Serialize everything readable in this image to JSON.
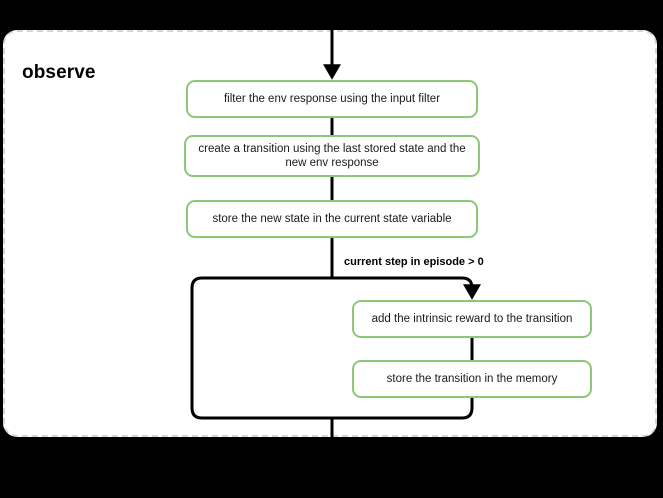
{
  "diagram": {
    "type": "flowchart",
    "group": {
      "title": "observe",
      "border_style": "dashed",
      "border_color": "#d6d6d6",
      "background": "#ffffff"
    },
    "canvas_background": "#000000",
    "node_border_color": "#8cc878",
    "edge_color": "#000000",
    "nodes": [
      {
        "id": "filter",
        "label": "filter the env response using the input filter"
      },
      {
        "id": "create",
        "label": "create a transition using the last stored state and the new env response"
      },
      {
        "id": "store-state",
        "label": "store the new state in the current state variable"
      },
      {
        "id": "intrinsic",
        "label": "add the intrinsic reward to the transition"
      },
      {
        "id": "store-memory",
        "label": "store the transition in the memory"
      }
    ],
    "edges": [
      {
        "id": "entry",
        "label": ""
      },
      {
        "id": "condition",
        "label": "current step in episode > 0"
      },
      {
        "id": "bypass",
        "label": ""
      },
      {
        "id": "exit",
        "label": ""
      }
    ]
  }
}
